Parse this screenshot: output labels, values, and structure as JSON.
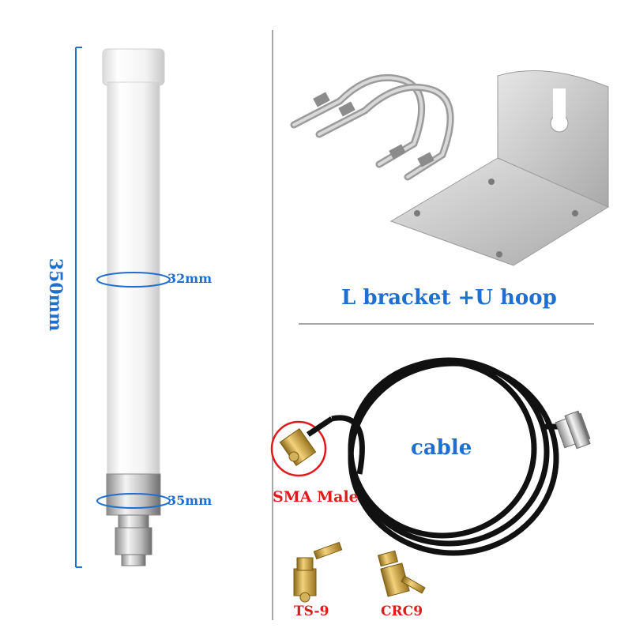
{
  "labels": {
    "height": "350mm",
    "dia_top": "32mm",
    "dia_bottom": "35mm",
    "bracket": "L bracket +U hoop",
    "cable": "cable",
    "sma": "SMA Male",
    "ts9": "TS-9",
    "crc9": "CRC9"
  },
  "colors": {
    "accent_blue": "#1e6fd0",
    "accent_red": "#e01a1a"
  }
}
